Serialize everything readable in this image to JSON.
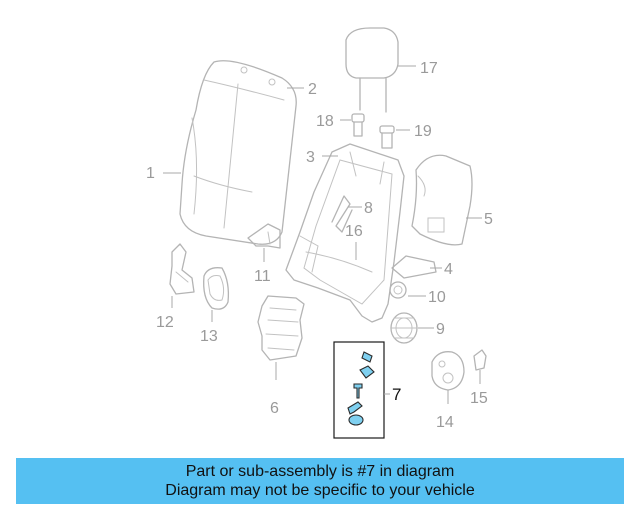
{
  "callouts": {
    "c1": "1",
    "c2": "2",
    "c3": "3",
    "c4": "4",
    "c5": "5",
    "c6": "6",
    "c7": "7",
    "c8": "8",
    "c9": "9",
    "c10": "10",
    "c11": "11",
    "c12": "12",
    "c13": "13",
    "c14": "14",
    "c15": "15",
    "c16": "16",
    "c17": "17",
    "c18": "18",
    "c19": "19"
  },
  "banner": {
    "line1": "Part or sub-assembly is #7 in diagram",
    "line2": "Diagram may not be specific to your vehicle"
  },
  "colors": {
    "banner_bg": "#55c0f2",
    "highlight_part": "#7fd0f0",
    "diagram_lines": "#b4b4b4"
  }
}
